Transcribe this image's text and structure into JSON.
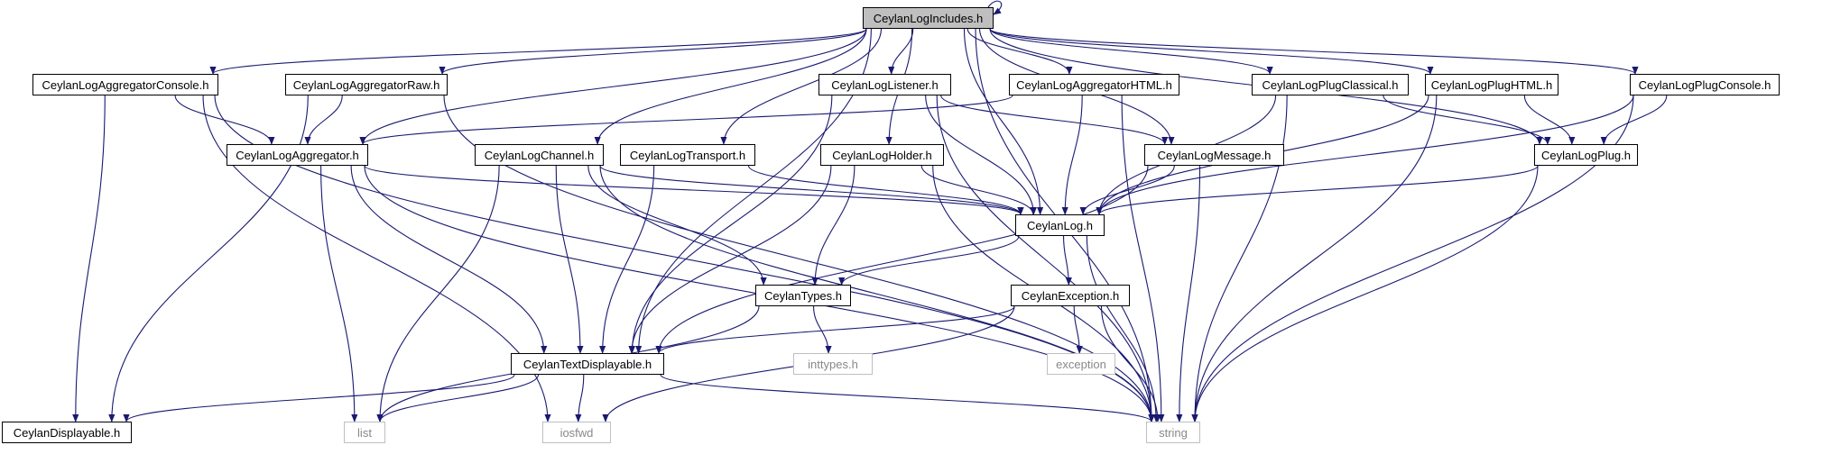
{
  "graph": {
    "nodes": [
      {
        "id": "root",
        "label": "CeylanLogIncludes.h",
        "kind": "root"
      },
      {
        "id": "aggConsole",
        "label": "CeylanLogAggregatorConsole.h",
        "kind": "file"
      },
      {
        "id": "aggRaw",
        "label": "CeylanLogAggregatorRaw.h",
        "kind": "file"
      },
      {
        "id": "listener",
        "label": "CeylanLogListener.h",
        "kind": "file"
      },
      {
        "id": "aggHTML",
        "label": "CeylanLogAggregatorHTML.h",
        "kind": "file"
      },
      {
        "id": "plugClassical",
        "label": "CeylanLogPlugClassical.h",
        "kind": "file"
      },
      {
        "id": "plugHTML",
        "label": "CeylanLogPlugHTML.h",
        "kind": "file"
      },
      {
        "id": "plugConsole",
        "label": "CeylanLogPlugConsole.h",
        "kind": "file"
      },
      {
        "id": "aggregator",
        "label": "CeylanLogAggregator.h",
        "kind": "file"
      },
      {
        "id": "channel",
        "label": "CeylanLogChannel.h",
        "kind": "file"
      },
      {
        "id": "transport",
        "label": "CeylanLogTransport.h",
        "kind": "file"
      },
      {
        "id": "holder",
        "label": "CeylanLogHolder.h",
        "kind": "file"
      },
      {
        "id": "message",
        "label": "CeylanLogMessage.h",
        "kind": "file"
      },
      {
        "id": "plug",
        "label": "CeylanLogPlug.h",
        "kind": "file"
      },
      {
        "id": "log",
        "label": "CeylanLog.h",
        "kind": "file"
      },
      {
        "id": "types",
        "label": "CeylanTypes.h",
        "kind": "file"
      },
      {
        "id": "exception",
        "label": "CeylanException.h",
        "kind": "file"
      },
      {
        "id": "inttypes",
        "label": "inttypes.h",
        "kind": "external"
      },
      {
        "id": "exceptionStd",
        "label": "exception",
        "kind": "external"
      },
      {
        "id": "textDisplayable",
        "label": "CeylanTextDisplayable.h",
        "kind": "file"
      },
      {
        "id": "displayable",
        "label": "CeylanDisplayable.h",
        "kind": "file"
      },
      {
        "id": "list",
        "label": "list",
        "kind": "external"
      },
      {
        "id": "iosfwd",
        "label": "iosfwd",
        "kind": "external"
      },
      {
        "id": "string",
        "label": "string",
        "kind": "external"
      }
    ],
    "edges": [
      [
        "root",
        "aggConsole"
      ],
      [
        "root",
        "aggRaw"
      ],
      [
        "root",
        "aggregator"
      ],
      [
        "root",
        "textDisplayable"
      ],
      [
        "root",
        "channel"
      ],
      [
        "root",
        "transport"
      ],
      [
        "root",
        "listener"
      ],
      [
        "root",
        "holder"
      ],
      [
        "root",
        "aggHTML"
      ],
      [
        "root",
        "log"
      ],
      [
        "root",
        "message"
      ],
      [
        "root",
        "plugClassical"
      ],
      [
        "root",
        "plugHTML"
      ],
      [
        "root",
        "plug"
      ],
      [
        "root",
        "plugConsole"
      ],
      [
        "root",
        "string"
      ],
      [
        "root",
        "root"
      ],
      [
        "aggConsole",
        "aggregator"
      ],
      [
        "aggConsole",
        "displayable"
      ],
      [
        "aggConsole",
        "iosfwd"
      ],
      [
        "aggConsole",
        "string"
      ],
      [
        "aggRaw",
        "aggregator"
      ],
      [
        "aggRaw",
        "displayable"
      ],
      [
        "aggRaw",
        "string"
      ],
      [
        "aggregator",
        "log"
      ],
      [
        "aggregator",
        "textDisplayable"
      ],
      [
        "aggregator",
        "list"
      ],
      [
        "aggregator",
        "string"
      ],
      [
        "aggHTML",
        "aggregator"
      ],
      [
        "aggHTML",
        "log"
      ],
      [
        "aggHTML",
        "string"
      ],
      [
        "listener",
        "textDisplayable"
      ],
      [
        "listener",
        "message"
      ],
      [
        "listener",
        "log"
      ],
      [
        "listener",
        "string"
      ],
      [
        "channel",
        "textDisplayable"
      ],
      [
        "channel",
        "types"
      ],
      [
        "channel",
        "log"
      ],
      [
        "channel",
        "list"
      ],
      [
        "channel",
        "string"
      ],
      [
        "transport",
        "textDisplayable"
      ],
      [
        "transport",
        "log"
      ],
      [
        "holder",
        "textDisplayable"
      ],
      [
        "holder",
        "types"
      ],
      [
        "holder",
        "log"
      ],
      [
        "holder",
        "string"
      ],
      [
        "message",
        "textDisplayable"
      ],
      [
        "message",
        "log"
      ],
      [
        "message",
        "string"
      ],
      [
        "plugClassical",
        "log"
      ],
      [
        "plugClassical",
        "plug"
      ],
      [
        "plugClassical",
        "string"
      ],
      [
        "plugHTML",
        "log"
      ],
      [
        "plugHTML",
        "plug"
      ],
      [
        "plugHTML",
        "string"
      ],
      [
        "plugConsole",
        "plug"
      ],
      [
        "plugConsole",
        "log"
      ],
      [
        "plugConsole",
        "string"
      ],
      [
        "plug",
        "log"
      ],
      [
        "plug",
        "string"
      ],
      [
        "log",
        "types"
      ],
      [
        "log",
        "exception"
      ],
      [
        "log",
        "string"
      ],
      [
        "types",
        "inttypes"
      ],
      [
        "types",
        "list"
      ],
      [
        "exception",
        "textDisplayable"
      ],
      [
        "exception",
        "exceptionStd"
      ],
      [
        "exception",
        "string"
      ],
      [
        "exception",
        "iosfwd"
      ],
      [
        "textDisplayable",
        "displayable"
      ],
      [
        "textDisplayable",
        "list"
      ],
      [
        "textDisplayable",
        "iosfwd"
      ],
      [
        "textDisplayable",
        "string"
      ]
    ],
    "colors": {
      "edge": "#191970",
      "node_border": "#000000",
      "root_fill": "#bfbfbf",
      "external_border": "#bfbfbf",
      "external_text": "#888888"
    }
  }
}
